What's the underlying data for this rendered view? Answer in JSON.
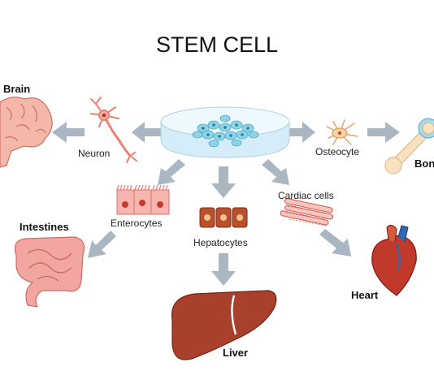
{
  "title": "STEM CELL",
  "cells": {
    "neuron": "Neuron",
    "osteocyte": "Osteocyte",
    "enterocytes": "Enterocytes",
    "hepatocytes": "Hepatocytes",
    "cardiac": "Cardiac cells"
  },
  "organs": {
    "brain": "Brain",
    "bone": "Bone",
    "intestines": "Intestines",
    "liver": "Liver",
    "heart": "Heart"
  },
  "colors": {
    "arrow": "#aab7c3",
    "dish": "#dff3fb",
    "tissue": "#f2a8a3",
    "liver": "#a8402b",
    "heart": "#c0392b"
  }
}
